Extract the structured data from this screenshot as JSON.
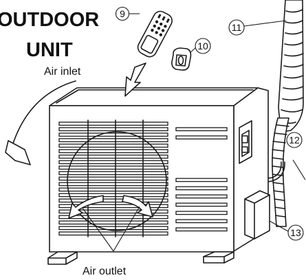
{
  "title": {
    "line1": "OUTDOOR",
    "line2": "UNIT"
  },
  "labels": {
    "air_inlet": "Air inlet",
    "air_outlet": "Air outlet"
  },
  "callouts": [
    {
      "number": "9",
      "part": "remote-controller"
    },
    {
      "number": "10",
      "part": "remote-holder"
    },
    {
      "number": "11",
      "part": "piping-cover-tube"
    },
    {
      "number": "12",
      "part": "connecting-pipe"
    },
    {
      "number": "13",
      "part": "valve-cover"
    }
  ]
}
